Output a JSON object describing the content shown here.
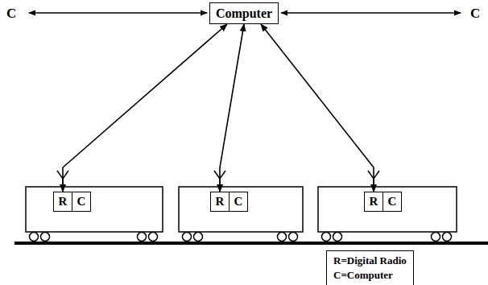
{
  "diagram": {
    "nodes": [
      {
        "text": [
          "Computer"
        ]
      },
      {
        "text": [
          "R"
        ]
      },
      {
        "text": [
          "C"
        ]
      },
      {
        "text": [
          "R"
        ]
      },
      {
        "text": [
          "C"
        ]
      },
      {
        "text": [
          "R"
        ]
      },
      {
        "text": [
          "C"
        ]
      }
    ],
    "edges": [
      {
        "from": 0,
        "to": 1,
        "arrow": "both"
      },
      {
        "from": 0,
        "to": 3,
        "arrow": "both"
      },
      {
        "from": 0,
        "to": 5,
        "arrow": "both"
      }
    ],
    "labels": [
      "C",
      "C"
    ],
    "legend": [
      {
        "text": "R=Digital Radio"
      },
      {
        "text": "C=Computer"
      }
    ]
  }
}
